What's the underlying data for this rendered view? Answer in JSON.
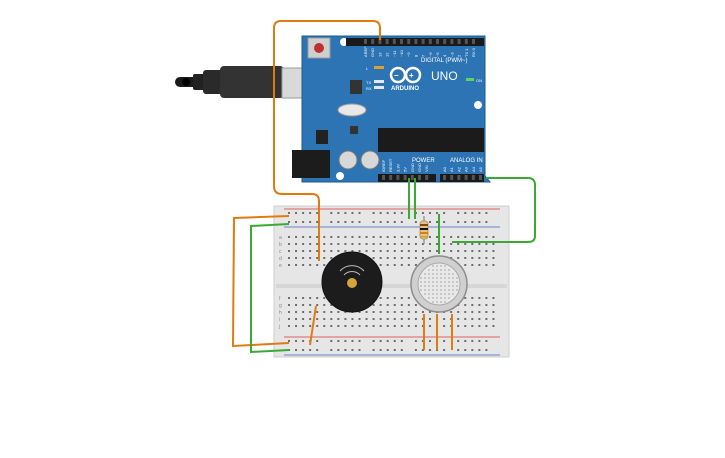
{
  "board": {
    "model_label": "UNO",
    "brand_label": "ARDUINO",
    "digital_label": "DIGITAL (PWM~)",
    "power_label": "POWER",
    "analog_label": "ANALOG IN",
    "tx_label": "TX",
    "rx_label": "RX",
    "on_label": "ON",
    "l_label": "L",
    "digital_pins": [
      "AREF",
      "GND",
      "13",
      "12",
      "~11",
      "~10",
      "~9",
      "8",
      "7",
      "~6",
      "~5",
      "4",
      "~3",
      "2",
      "TX 1",
      "RX 0"
    ],
    "power_pins": [
      "IOREF",
      "RESET",
      "3.3V",
      "5V",
      "GND",
      "GND",
      "VIN"
    ],
    "analog_pins": [
      "A0",
      "A1",
      "A2",
      "A3",
      "A4",
      "A5"
    ]
  },
  "breadboard": {
    "row_letters_top": [
      "a",
      "b",
      "c",
      "d",
      "e"
    ],
    "row_letters_bottom": [
      "f",
      "g",
      "h",
      "i",
      "j"
    ],
    "columns": 30
  },
  "colors": {
    "board": "#2d74b4",
    "wire_orange": "#e07b10",
    "wire_green": "#3aaa35",
    "breadboard": "#e6e6e6",
    "rail_red": "#d33",
    "rail_blue": "#3a5ec9"
  },
  "components": {
    "buzzer": "piezo-buzzer",
    "sensor": "gas-sensor",
    "resistor": "resistor",
    "usb": "usb-cable"
  }
}
